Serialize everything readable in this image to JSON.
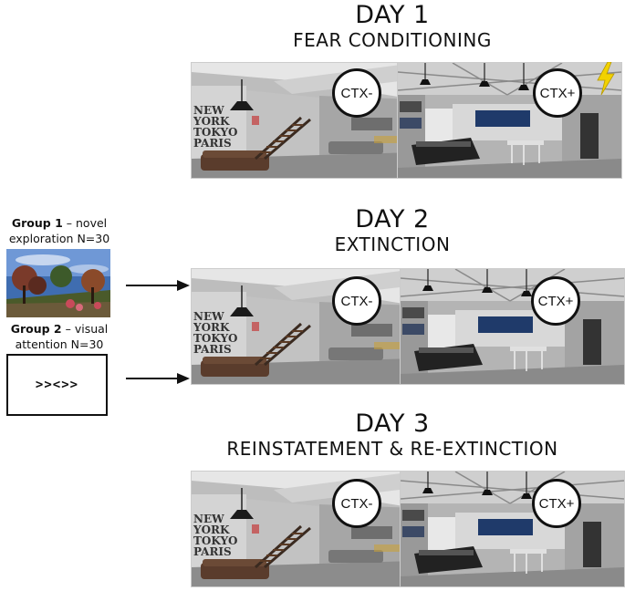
{
  "days": [
    {
      "day": "DAY 1",
      "phase": "FEAR CONDITIONING"
    },
    {
      "day": "DAY 2",
      "phase": "EXTINCTION"
    },
    {
      "day": "DAY 3",
      "phase": "REINSTATEMENT & RE-EXTINCTION"
    }
  ],
  "contexts": {
    "minus": "CTX-",
    "plus": "CTX+"
  },
  "groups": [
    {
      "name": "Group 1",
      "desc_line1": " – novel",
      "desc_line2": "exploration N=30"
    },
    {
      "name": "Group 2",
      "desc_line1": " – visual",
      "desc_line2": "attention N=30"
    }
  ],
  "flanker_stimulus": ">><>>",
  "wall_text": [
    "NEW",
    "YORK",
    "TOKYO",
    "PARIS"
  ],
  "icons": {
    "shock": "lightning-icon",
    "arrow": "right-arrow-icon"
  },
  "colors": {
    "shock": "#f2d200",
    "ink": "#111111",
    "badge": "#ffffff"
  }
}
